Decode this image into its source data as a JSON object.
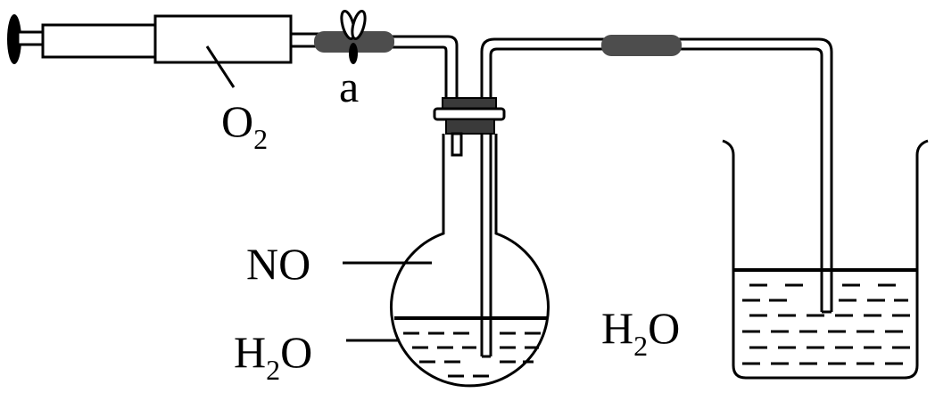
{
  "labels": {
    "syringe_gas": "O",
    "syringe_gas_sub": "2",
    "clamp": "a",
    "flask_gas": "NO",
    "flask_liquid_main": "H",
    "flask_liquid_sub": "2",
    "flask_liquid_end": "O",
    "beaker_liquid_main": "H",
    "beaker_liquid_sub": "2",
    "beaker_liquid_end": "O"
  },
  "colors": {
    "stroke": "#000000",
    "rubber_tubing": "#4d4d4d",
    "stopper": "#3a3a3a"
  }
}
